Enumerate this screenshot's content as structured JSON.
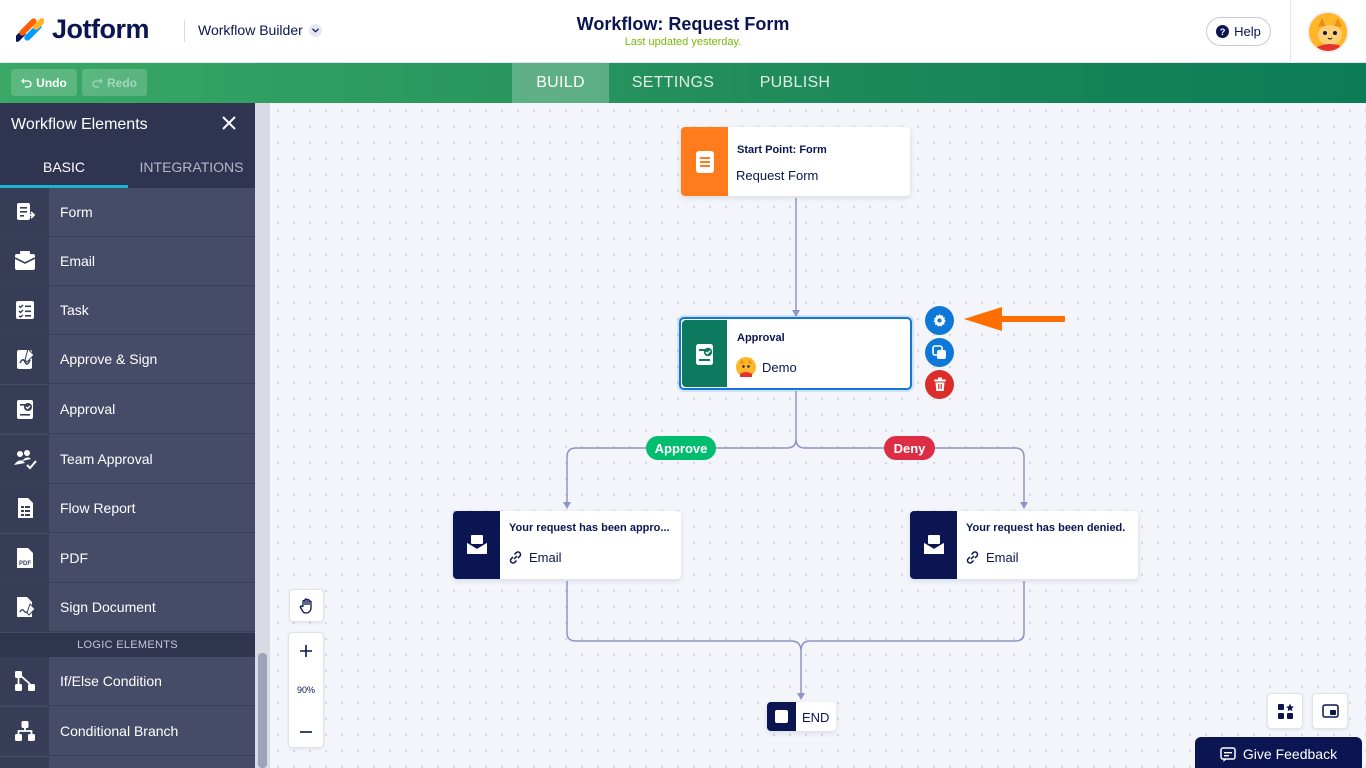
{
  "header": {
    "brand": "Jotform",
    "builder_menu": "Workflow Builder",
    "workflow_title": "Workflow: Request Form",
    "last_updated": "Last updated yesterday.",
    "help_label": "Help"
  },
  "toolbar": {
    "undo_label": "Undo",
    "redo_label": "Redo",
    "tabs": [
      {
        "label": "BUILD",
        "active": true
      },
      {
        "label": "SETTINGS",
        "active": false
      },
      {
        "label": "PUBLISH",
        "active": false
      }
    ]
  },
  "sidebar": {
    "title": "Workflow Elements",
    "tabs": [
      {
        "label": "BASIC",
        "active": true
      },
      {
        "label": "INTEGRATIONS",
        "active": false
      }
    ],
    "basic_items": [
      {
        "label": "Form",
        "icon": "form-icon"
      },
      {
        "label": "Email",
        "icon": "email-icon"
      },
      {
        "label": "Task",
        "icon": "task-icon"
      },
      {
        "label": "Approve & Sign",
        "icon": "approve-sign-icon"
      },
      {
        "label": "Approval",
        "icon": "approval-icon"
      },
      {
        "label": "Team Approval",
        "icon": "team-approval-icon"
      },
      {
        "label": "Flow Report",
        "icon": "flow-report-icon"
      },
      {
        "label": "PDF",
        "icon": "pdf-icon"
      },
      {
        "label": "Sign Document",
        "icon": "sign-document-icon"
      }
    ],
    "logic_header": "LOGIC ELEMENTS",
    "logic_items": [
      {
        "label": "If/Else Condition",
        "icon": "if-else-icon"
      },
      {
        "label": "Conditional Branch",
        "icon": "conditional-branch-icon"
      }
    ]
  },
  "canvas": {
    "start_node": {
      "title": "Start Point: Form",
      "subtitle": "Request Form",
      "color": "#ff7b1c"
    },
    "approval_node": {
      "title": "Approval",
      "assignee": "Demo",
      "color": "#0b7a5f",
      "selected": true
    },
    "node_actions": [
      "settings-gear-icon",
      "duplicate-icon",
      "delete-icon"
    ],
    "branches": [
      {
        "label": "Approve",
        "color": "#01bd6f"
      },
      {
        "label": "Deny",
        "color": "#dc2d45"
      }
    ],
    "email_nodes": [
      {
        "title": "Your request has been appro...",
        "subtitle": "Email"
      },
      {
        "title": "Your request has been denied.",
        "subtitle": "Email"
      }
    ],
    "end_label": "END",
    "zoom_level": "90%"
  },
  "feedback_label": "Give Feedback",
  "colors": {
    "brand_navy": "#0a1551",
    "toolbar_green": "#1f8a5a",
    "accent_blue": "#0e78d8",
    "delete_red": "#dc2d2d",
    "annotation_arrow": "#ff6f00"
  }
}
